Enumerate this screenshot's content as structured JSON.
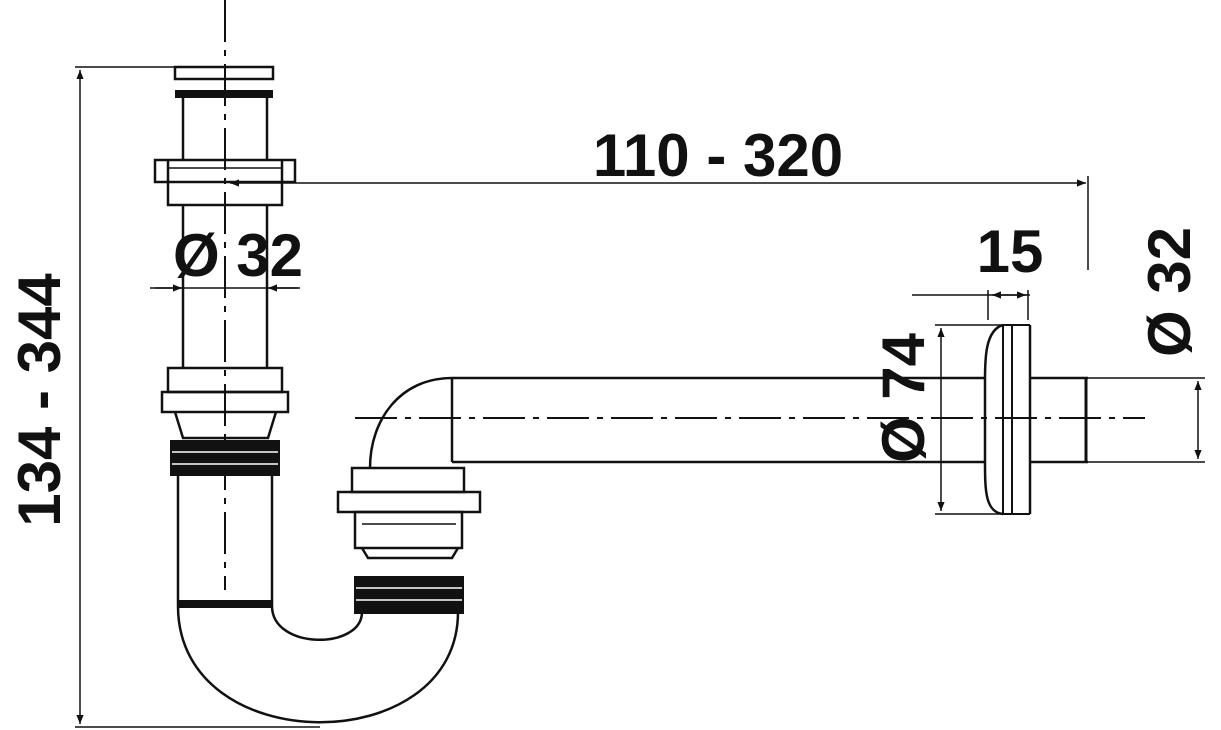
{
  "dimensions": {
    "height_range": "134 - 344",
    "horizontal_range": "110 - 320",
    "inlet_diameter": "Ø 32",
    "outlet_diameter": "Ø 32",
    "rosette_diameter": "Ø 74",
    "rosette_depth": "15"
  },
  "colors": {
    "line": "#111111",
    "background": "#ffffff"
  }
}
